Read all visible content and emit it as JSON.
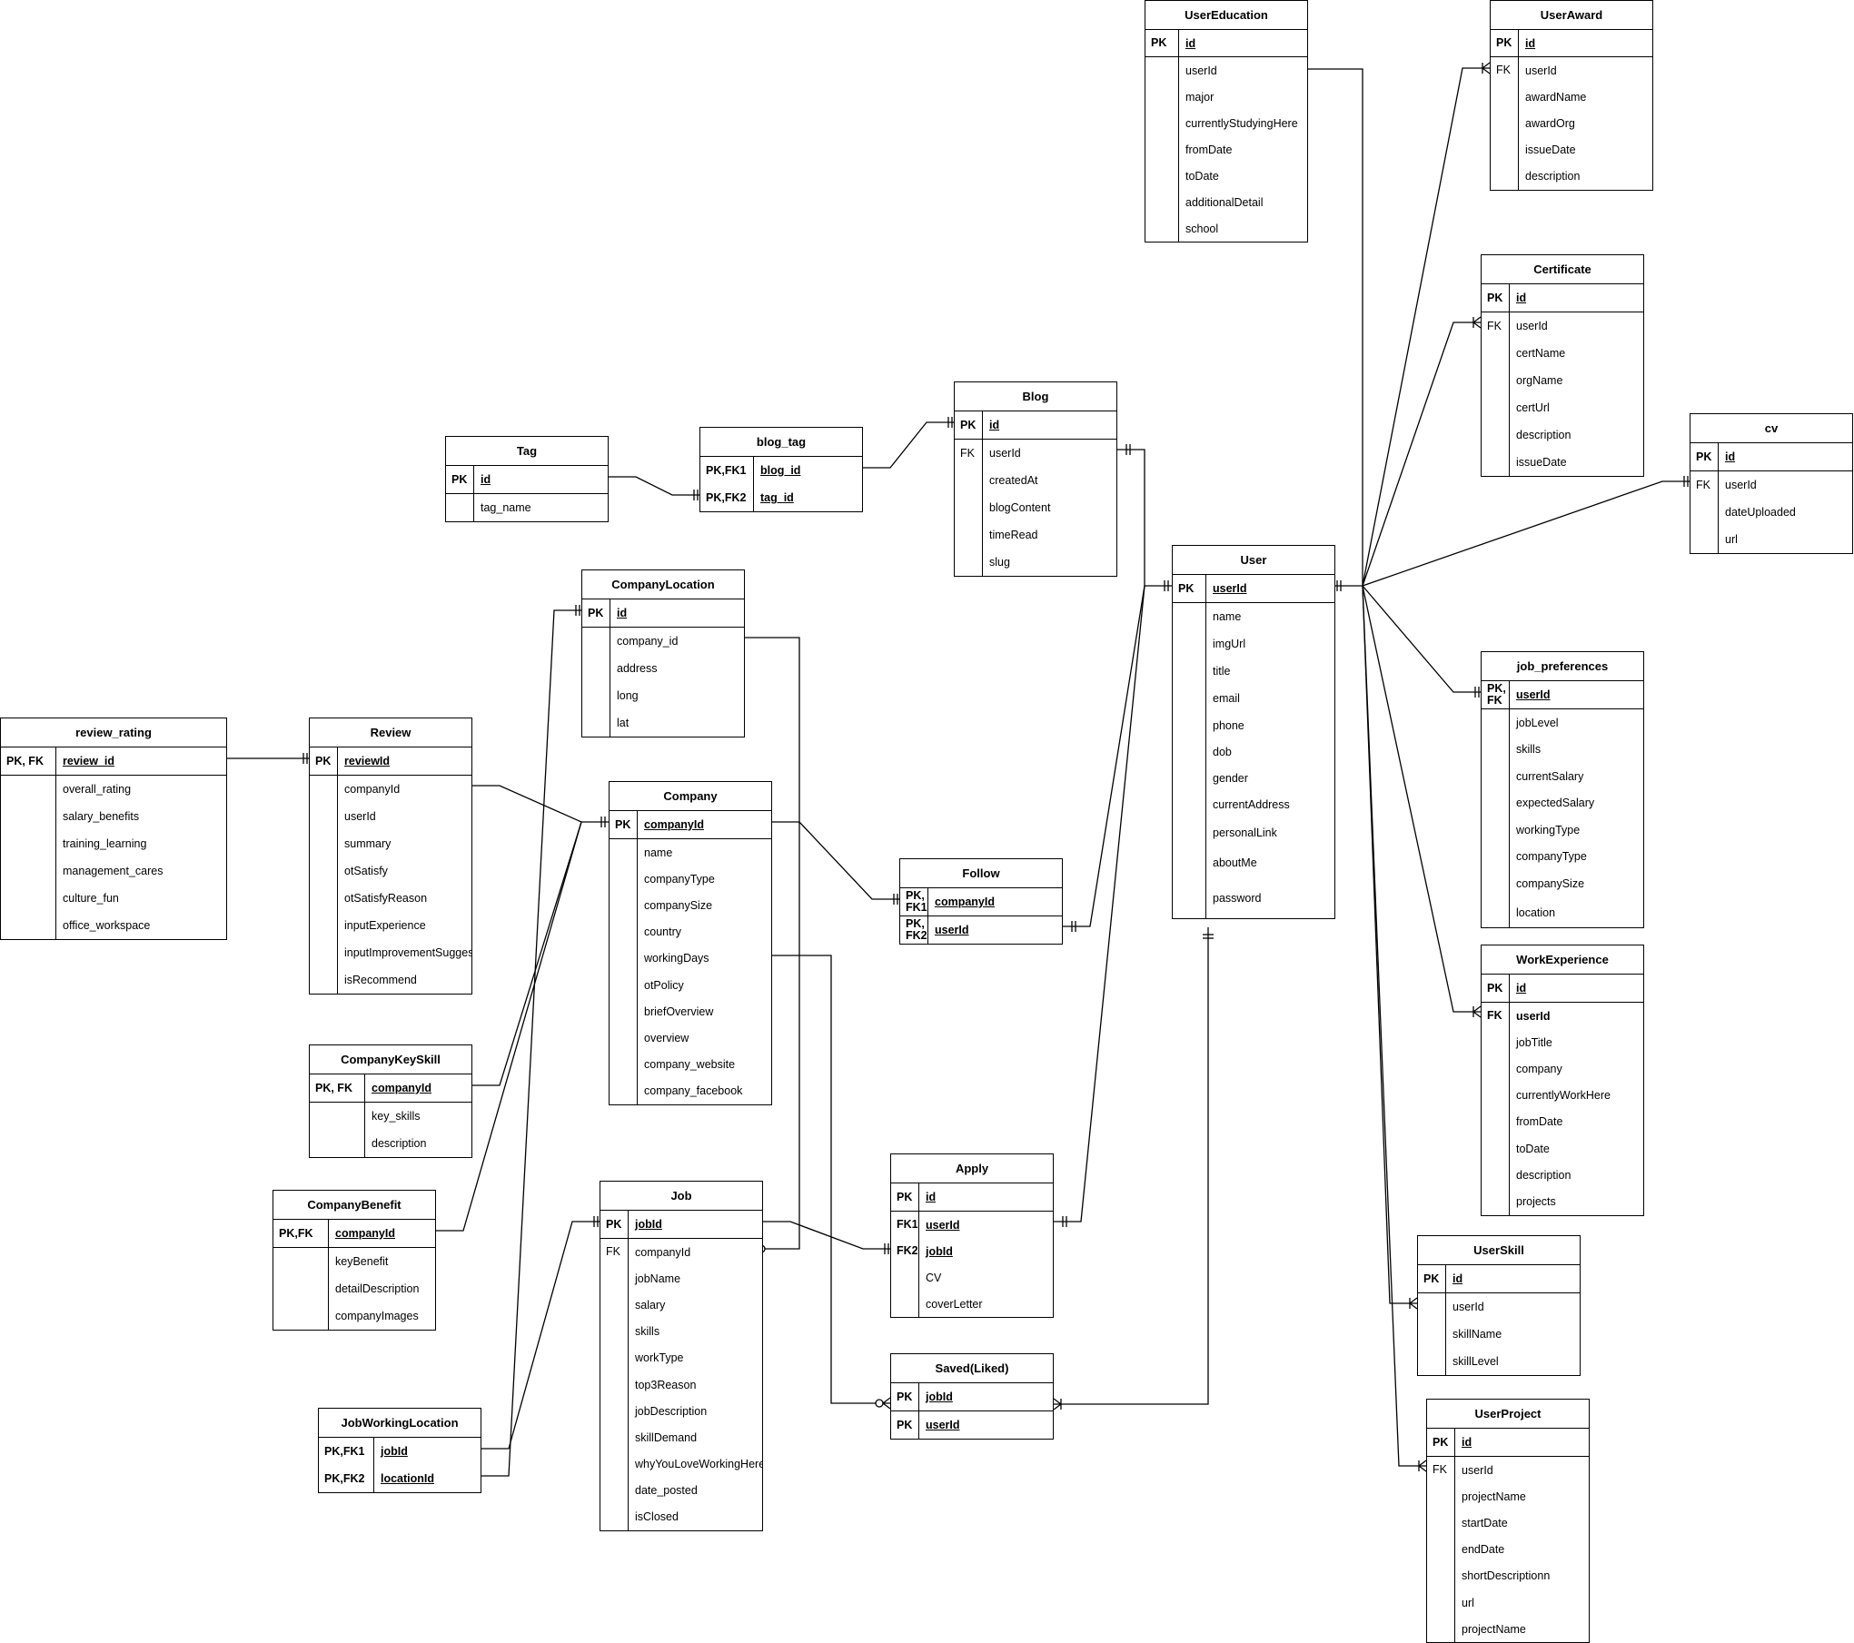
{
  "entities": [
    {
      "id": "UserEducation",
      "title": "UserEducation",
      "key_width": 36,
      "pk_block": [
        {
          "key": "PK",
          "name": "id"
        }
      ],
      "fields": [
        {
          "key": "",
          "name": "userId"
        },
        {
          "key": "",
          "name": "major"
        },
        {
          "key": "",
          "name": "currentlyStudyingHere"
        },
        {
          "key": "",
          "name": "fromDate"
        },
        {
          "key": "",
          "name": "toDate"
        },
        {
          "key": "",
          "name": "additionalDetail"
        },
        {
          "key": "",
          "name": "school"
        }
      ]
    },
    {
      "id": "UserAward",
      "title": "UserAward",
      "key_width": 30,
      "pk_block": [
        {
          "key": "PK",
          "name": "id"
        }
      ],
      "fields": [
        {
          "key": "FK",
          "name": "userId"
        },
        {
          "key": "",
          "name": "awardName"
        },
        {
          "key": "",
          "name": "awardOrg"
        },
        {
          "key": "",
          "name": "issueDate"
        },
        {
          "key": "",
          "name": "description"
        }
      ]
    },
    {
      "id": "Certificate",
      "title": "Certificate",
      "key_width": 30,
      "pk_block": [
        {
          "key": "PK",
          "name": "id"
        }
      ],
      "fields": [
        {
          "key": "FK",
          "name": "userId"
        },
        {
          "key": "",
          "name": "certName"
        },
        {
          "key": "",
          "name": "orgName"
        },
        {
          "key": "",
          "name": "certUrl"
        },
        {
          "key": "",
          "name": "description"
        },
        {
          "key": "",
          "name": "issueDate"
        }
      ]
    },
    {
      "id": "cv",
      "title": "cv",
      "key_width": 30,
      "pk_block": [
        {
          "key": "PK",
          "name": "id"
        }
      ],
      "fields": [
        {
          "key": "FK",
          "name": "userId"
        },
        {
          "key": "",
          "name": "dateUploaded"
        },
        {
          "key": "",
          "name": "url"
        }
      ]
    },
    {
      "id": "Blog",
      "title": "Blog",
      "key_width": 30,
      "pk_block": [
        {
          "key": "PK",
          "name": "id"
        }
      ],
      "fields": [
        {
          "key": "FK",
          "name": "userId"
        },
        {
          "key": "",
          "name": "createdAt"
        },
        {
          "key": "",
          "name": "blogContent"
        },
        {
          "key": "",
          "name": "timeRead"
        },
        {
          "key": "",
          "name": "slug"
        }
      ]
    },
    {
      "id": "Tag",
      "title": "Tag",
      "key_width": 30,
      "pk_block": [
        {
          "key": "PK",
          "name": "id"
        }
      ],
      "fields": [
        {
          "key": "",
          "name": "tag_name"
        }
      ]
    },
    {
      "id": "blog_tag",
      "title": "blog_tag",
      "key_width": 58,
      "pk_block": [
        {
          "key": "PK,FK1",
          "name": "blog_id"
        },
        {
          "key": "PK,FK2",
          "name": "tag_id"
        }
      ],
      "fields": []
    },
    {
      "id": "User",
      "title": "User",
      "key_width": 36,
      "pk_block": [
        {
          "key": "PK",
          "name": "userId"
        }
      ],
      "fields": [
        {
          "key": "",
          "name": "name"
        },
        {
          "key": "",
          "name": "imgUrl"
        },
        {
          "key": "",
          "name": "title"
        },
        {
          "key": "",
          "name": "email"
        },
        {
          "key": "",
          "name": "phone"
        },
        {
          "key": "",
          "name": "dob"
        },
        {
          "key": "",
          "name": "gender"
        },
        {
          "key": "",
          "name": "currentAddress"
        },
        {
          "key": "",
          "name": "personalLink"
        },
        {
          "key": "",
          "name": "aboutMe"
        },
        {
          "key": "",
          "name": "password"
        }
      ]
    },
    {
      "id": "CompanyLocation",
      "title": "CompanyLocation",
      "key_width": 30,
      "pk_block": [
        {
          "key": "PK",
          "name": "id"
        }
      ],
      "fields": [
        {
          "key": "",
          "name": "company_id"
        },
        {
          "key": "",
          "name": "address"
        },
        {
          "key": "",
          "name": "long"
        },
        {
          "key": "",
          "name": "lat"
        }
      ]
    },
    {
      "id": "job_preferences",
      "title": "job_preferences",
      "key_width": 30,
      "pk_block": [
        {
          "key": "PK,\nFK",
          "name": "userId"
        }
      ],
      "fields": [
        {
          "key": "",
          "name": "jobLevel"
        },
        {
          "key": "",
          "name": "skills"
        },
        {
          "key": "",
          "name": "currentSalary"
        },
        {
          "key": "",
          "name": "expectedSalary"
        },
        {
          "key": "",
          "name": "workingType"
        },
        {
          "key": "",
          "name": "companyType"
        },
        {
          "key": "",
          "name": "companySize"
        },
        {
          "key": "",
          "name": "location"
        }
      ]
    },
    {
      "id": "review_rating",
      "title": "review_rating",
      "key_width": 60,
      "pk_block": [
        {
          "key": "PK, FK",
          "name": "review_id"
        }
      ],
      "fields": [
        {
          "key": "",
          "name": "overall_rating"
        },
        {
          "key": "",
          "name": "salary_benefits"
        },
        {
          "key": "",
          "name": "training_learning"
        },
        {
          "key": "",
          "name": "management_cares"
        },
        {
          "key": "",
          "name": "culture_fun"
        },
        {
          "key": "",
          "name": "office_workspace"
        }
      ]
    },
    {
      "id": "Review",
      "title": "Review",
      "key_width": 30,
      "pk_block": [
        {
          "key": "PK",
          "name": "reviewId"
        }
      ],
      "fields": [
        {
          "key": "",
          "name": "companyId"
        },
        {
          "key": "",
          "name": "userId"
        },
        {
          "key": "",
          "name": "summary"
        },
        {
          "key": "",
          "name": "otSatisfy"
        },
        {
          "key": "",
          "name": "otSatisfyReason"
        },
        {
          "key": "",
          "name": "inputExperience"
        },
        {
          "key": "",
          "name": "inputImprovementSuggest"
        },
        {
          "key": "",
          "name": "isRecommend"
        }
      ]
    },
    {
      "id": "Company",
      "title": "Company",
      "key_width": 30,
      "pk_block": [
        {
          "key": "PK",
          "name": "companyId"
        }
      ],
      "fields": [
        {
          "key": "",
          "name": "name"
        },
        {
          "key": "",
          "name": "companyType"
        },
        {
          "key": "",
          "name": "companySize"
        },
        {
          "key": "",
          "name": "country"
        },
        {
          "key": "",
          "name": "workingDays"
        },
        {
          "key": "",
          "name": "otPolicy"
        },
        {
          "key": "",
          "name": "briefOverview"
        },
        {
          "key": "",
          "name": "overview"
        },
        {
          "key": "",
          "name": "company_website"
        },
        {
          "key": "",
          "name": "company_facebook"
        }
      ]
    },
    {
      "id": "Follow",
      "title": "Follow",
      "key_width": 30,
      "pk_block": [
        {
          "key": "PK,\nFK1",
          "name": "companyId"
        }
      ],
      "fields": [
        {
          "key": "PK,\nFK2",
          "name": "userId",
          "pk": true
        }
      ]
    },
    {
      "id": "WorkExperience",
      "title": "WorkExperience",
      "key_width": 30,
      "pk_block": [
        {
          "key": "PK",
          "name": "id"
        }
      ],
      "fields": [
        {
          "key": "FK",
          "name": "userId",
          "bold": true
        },
        {
          "key": "",
          "name": "jobTitle"
        },
        {
          "key": "",
          "name": "company"
        },
        {
          "key": "",
          "name": "currentlyWorkHere"
        },
        {
          "key": "",
          "name": "fromDate"
        },
        {
          "key": "",
          "name": "toDate"
        },
        {
          "key": "",
          "name": "description"
        },
        {
          "key": "",
          "name": "projects"
        }
      ]
    },
    {
      "id": "CompanyKeySkill",
      "title": "CompanyKeySkill",
      "key_width": 60,
      "pk_block": [
        {
          "key": "PK, FK",
          "name": "companyId"
        }
      ],
      "fields": [
        {
          "key": "",
          "name": "key_skills"
        },
        {
          "key": "",
          "name": "description"
        }
      ]
    },
    {
      "id": "Apply",
      "title": "Apply",
      "key_width": 30,
      "pk_block": [
        {
          "key": "PK",
          "name": "id"
        }
      ],
      "fields": [
        {
          "key": "FK1",
          "name": "userId",
          "pk": true
        },
        {
          "key": "FK2",
          "name": "jobId",
          "pk": true
        },
        {
          "key": "",
          "name": "CV"
        },
        {
          "key": "",
          "name": "coverLetter"
        }
      ]
    },
    {
      "id": "CompanyBenefit",
      "title": "CompanyBenefit",
      "key_width": 60,
      "pk_block": [
        {
          "key": "PK,FK",
          "name": "companyId"
        }
      ],
      "fields": [
        {
          "key": "",
          "name": "keyBenefit"
        },
        {
          "key": "",
          "name": "detailDescription"
        },
        {
          "key": "",
          "name": "companyImages"
        }
      ]
    },
    {
      "id": "Job",
      "title": "Job",
      "key_width": 30,
      "pk_block": [
        {
          "key": "PK",
          "name": "jobId"
        }
      ],
      "fields": [
        {
          "key": "FK",
          "name": "companyId"
        },
        {
          "key": "",
          "name": "jobName"
        },
        {
          "key": "",
          "name": "salary"
        },
        {
          "key": "",
          "name": "skills"
        },
        {
          "key": "",
          "name": "workType"
        },
        {
          "key": "",
          "name": "top3Reason"
        },
        {
          "key": "",
          "name": "jobDescription"
        },
        {
          "key": "",
          "name": "skillDemand"
        },
        {
          "key": "",
          "name": "whyYouLoveWorkingHere"
        },
        {
          "key": "",
          "name": "date_posted"
        },
        {
          "key": "",
          "name": "isClosed"
        }
      ]
    },
    {
      "id": "UserSkill",
      "title": "UserSkill",
      "key_width": 30,
      "pk_block": [
        {
          "key": "PK",
          "name": "id"
        }
      ],
      "fields": [
        {
          "key": "",
          "name": "userId"
        },
        {
          "key": "",
          "name": "skillName"
        },
        {
          "key": "",
          "name": "skillLevel"
        }
      ]
    },
    {
      "id": "Saved",
      "title": "Saved(Liked)",
      "key_width": 30,
      "pk_block": [
        {
          "key": "PK",
          "name": "jobId"
        }
      ],
      "fields": [
        {
          "key": "PK",
          "name": "userId",
          "pk": true
        }
      ]
    },
    {
      "id": "JobWorkingLocation",
      "title": "JobWorkingLocation",
      "key_width": 60,
      "pk_block": [
        {
          "key": "PK,FK1",
          "name": "jobId"
        },
        {
          "key": "PK,FK2",
          "name": "locationId"
        }
      ],
      "fields": []
    },
    {
      "id": "UserProject",
      "title": "UserProject",
      "key_width": 30,
      "pk_block": [
        {
          "key": "PK",
          "name": "id"
        }
      ],
      "fields": [
        {
          "key": "FK",
          "name": "userId"
        },
        {
          "key": "",
          "name": "projectName"
        },
        {
          "key": "",
          "name": "startDate"
        },
        {
          "key": "",
          "name": "endDate"
        },
        {
          "key": "",
          "name": "shortDescriptionn"
        },
        {
          "key": "",
          "name": "url"
        },
        {
          "key": "",
          "name": "projectName"
        }
      ]
    }
  ]
}
